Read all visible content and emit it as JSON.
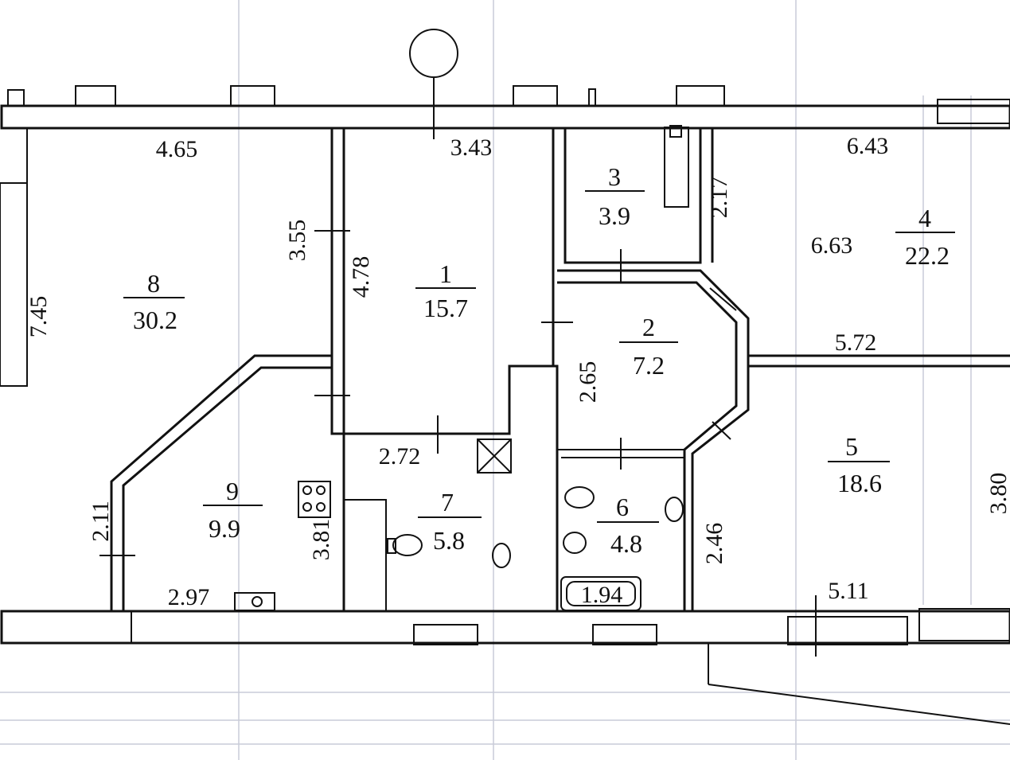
{
  "rooms": [
    {
      "number": "1",
      "area": "15.7"
    },
    {
      "number": "2",
      "area": "7.2"
    },
    {
      "number": "3",
      "area": "3.9"
    },
    {
      "number": "4",
      "area": "22.2"
    },
    {
      "number": "5",
      "area": "18.6"
    },
    {
      "number": "6",
      "area": "4.8"
    },
    {
      "number": "7",
      "area": "5.8"
    },
    {
      "number": "8",
      "area": "30.2"
    },
    {
      "number": "9",
      "area": "9.9"
    }
  ],
  "dimensions": {
    "d_465": "4.65",
    "d_343": "3.43",
    "d_643": "6.43",
    "d_745": "7.45",
    "d_355": "3.55",
    "d_478": "4.78",
    "d_217": "2.17",
    "d_663": "6.63",
    "d_572": "5.72",
    "d_265": "2.65",
    "d_272": "2.72",
    "d_211": "2.11",
    "d_381": "3.81",
    "d_246": "2.46",
    "d_297": "2.97",
    "d_194": "1.94",
    "d_511": "5.11",
    "d_380": "3.80"
  }
}
